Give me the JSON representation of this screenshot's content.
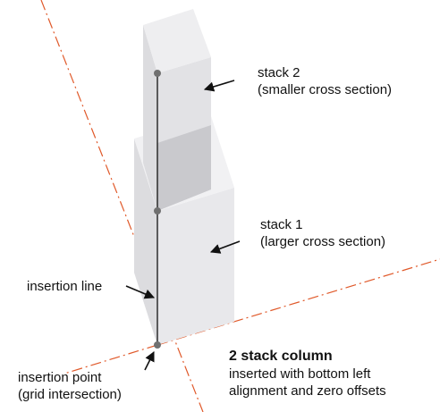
{
  "labels": {
    "stack2_title": "stack 2",
    "stack2_sub": "(smaller cross section)",
    "stack1_title": "stack 1",
    "stack1_sub": "(larger cross section)",
    "insertion_line": "insertion line",
    "insertion_point_title": "insertion point",
    "insertion_point_sub": "(grid intersection)"
  },
  "caption": {
    "title": "2 stack column",
    "line1": "inserted with bottom left",
    "line2": "alignment and zero offsets"
  },
  "colors": {
    "grid_line": "#e0592a",
    "face_front": "#dcdcdf",
    "face_side": "#e8e8eb",
    "face_top": "#f1f1f3",
    "face_shadow": "#c6c6ca",
    "insertion_line": "#111111",
    "point": "#707070",
    "arrow": "#111111"
  }
}
